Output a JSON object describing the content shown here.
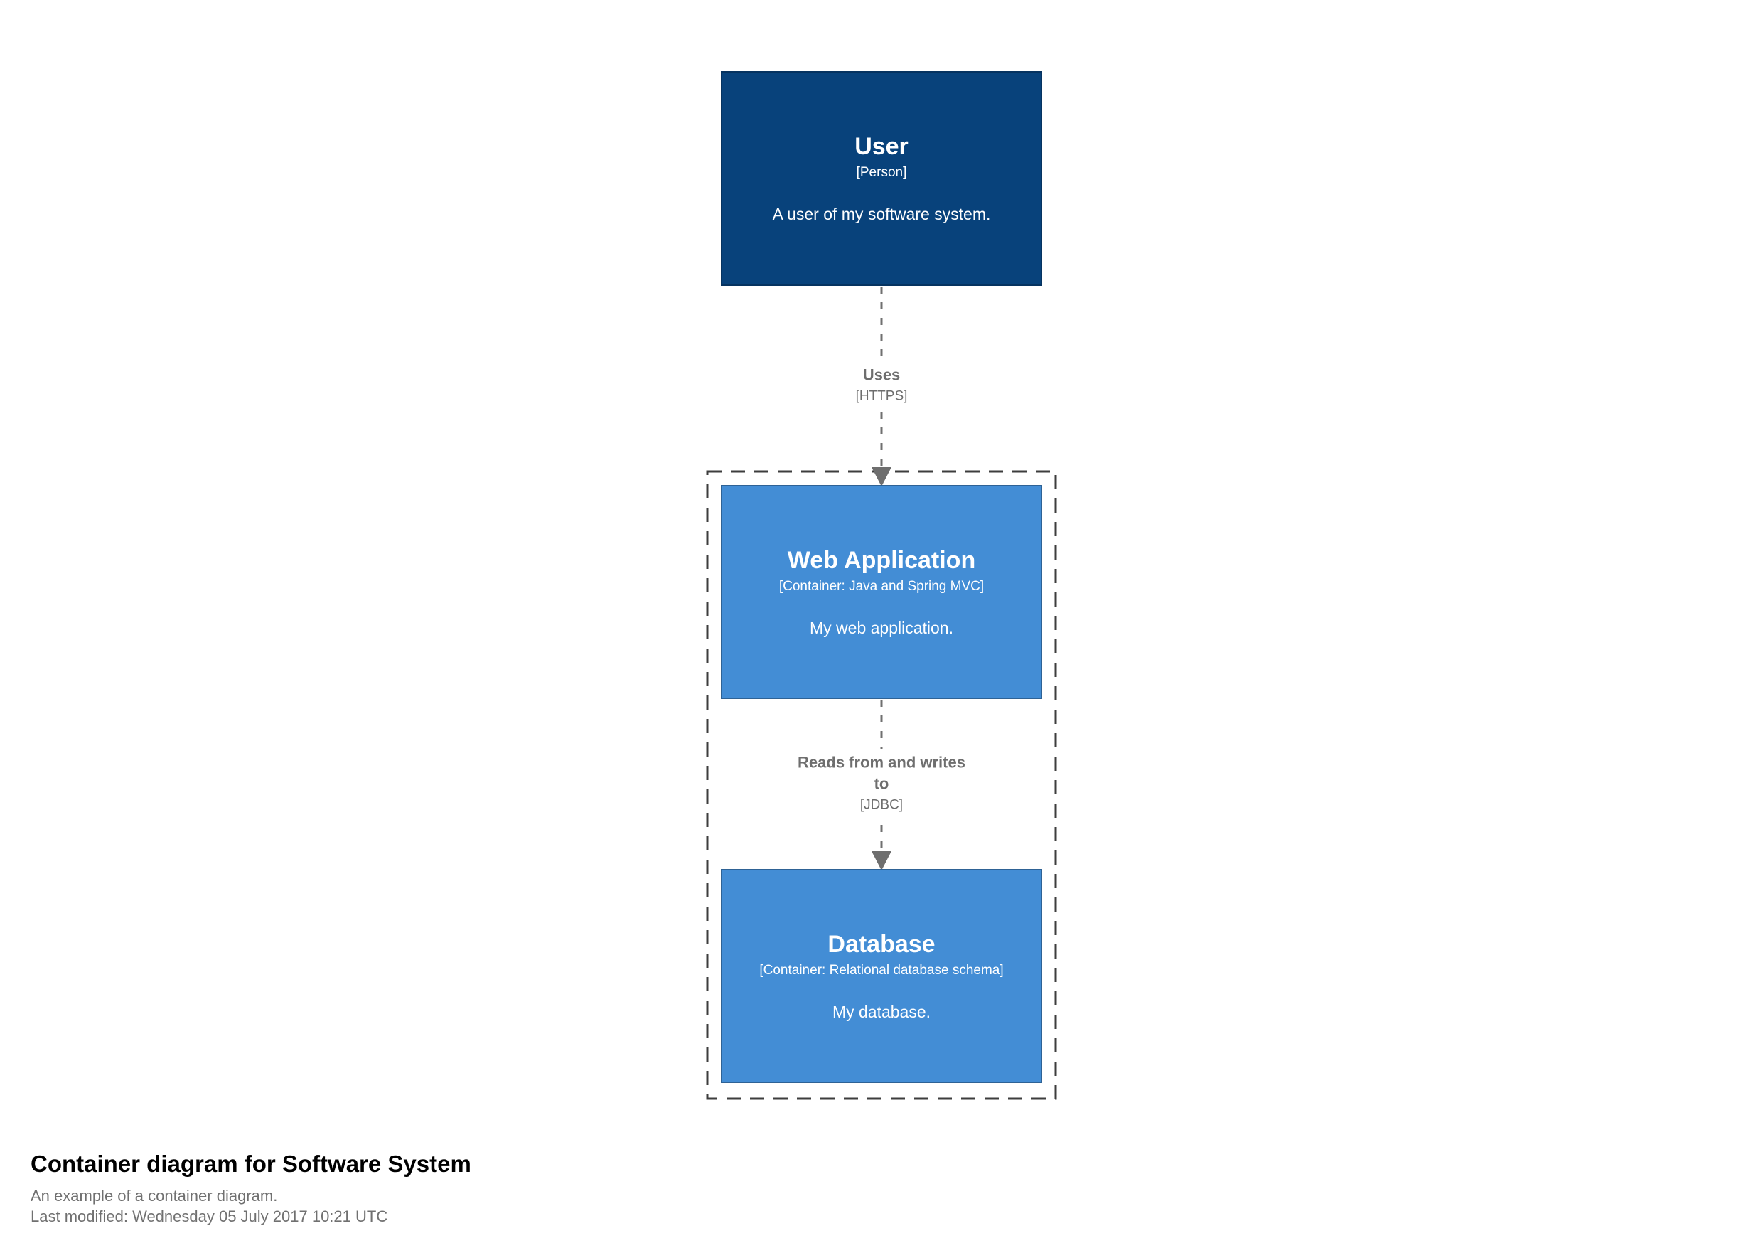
{
  "diagram": {
    "type": "c4-container-diagram",
    "elements": [
      {
        "id": "user",
        "name": "User",
        "meta": "[Person]",
        "description": "A user of my software system.",
        "color": "#08427b"
      },
      {
        "id": "web-application",
        "name": "Web Application",
        "meta": "[Container: Java and Spring MVC]",
        "description": "My web application.",
        "color": "#438dd5"
      },
      {
        "id": "database",
        "name": "Database",
        "meta": "[Container: Relational database schema]",
        "description": "My database.",
        "color": "#438dd5"
      }
    ],
    "relationships": [
      {
        "from": "User",
        "to": "Web Application",
        "label": "Uses",
        "technology": "[HTTPS]"
      },
      {
        "from": "Web Application",
        "to": "Database",
        "label": "Reads from and writes to",
        "technology": "[JDBC]"
      }
    ],
    "boundary_color": "#3d3d3d",
    "line_color": "#707070",
    "arrow_color": "#6e6e6e"
  },
  "footer": {
    "title": "Container diagram for Software System",
    "description": "An example of a container diagram.",
    "last_modified": "Last modified: Wednesday 05 July 2017 10:21 UTC"
  }
}
